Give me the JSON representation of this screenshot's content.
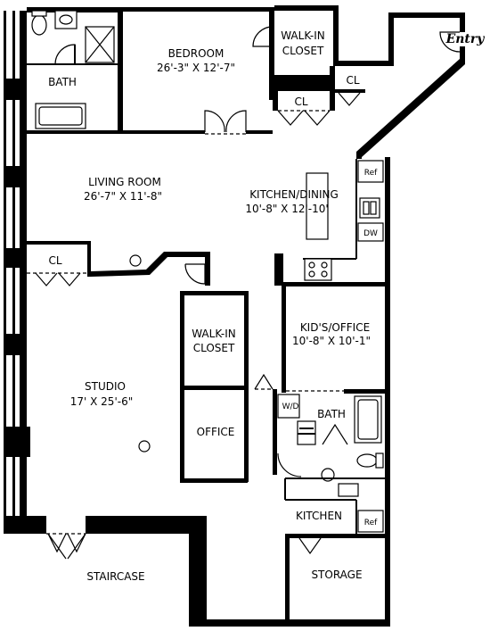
{
  "rooms": {
    "bath_1": "BATH",
    "bedroom": "BEDROOM",
    "bedroom_dims": "26'-3\" X 12'-7\"",
    "walkin_closet_1a": "WALK-IN",
    "walkin_closet_1b": "CLOSET",
    "cl_1": "CL",
    "cl_2": "CL",
    "entry": "Entry",
    "living_room": "LIVING ROOM",
    "living_room_dims": "26'-7\" X 11'-8\"",
    "kitchen_dining": "KITCHEN/DINING",
    "kitchen_dining_dims": "10'-8\" X 12'-10'",
    "ref_1": "Ref",
    "dw": "DW",
    "cl_3": "CL",
    "kids_office": "KID'S/OFFICE",
    "kids_office_dims": "10'-8\" X 10'-1\"",
    "walkin_closet_2a": "WALK-IN",
    "walkin_closet_2b": "CLOSET",
    "studio": "STUDIO",
    "studio_dims": "17' X 25'-6\"",
    "office": "OFFICE",
    "wd": "W/D",
    "bath_2": "BATH",
    "kitchen_2": "KITCHEN",
    "ref_2": "Ref",
    "storage": "STORAGE",
    "staircase": "STAIRCASE"
  }
}
